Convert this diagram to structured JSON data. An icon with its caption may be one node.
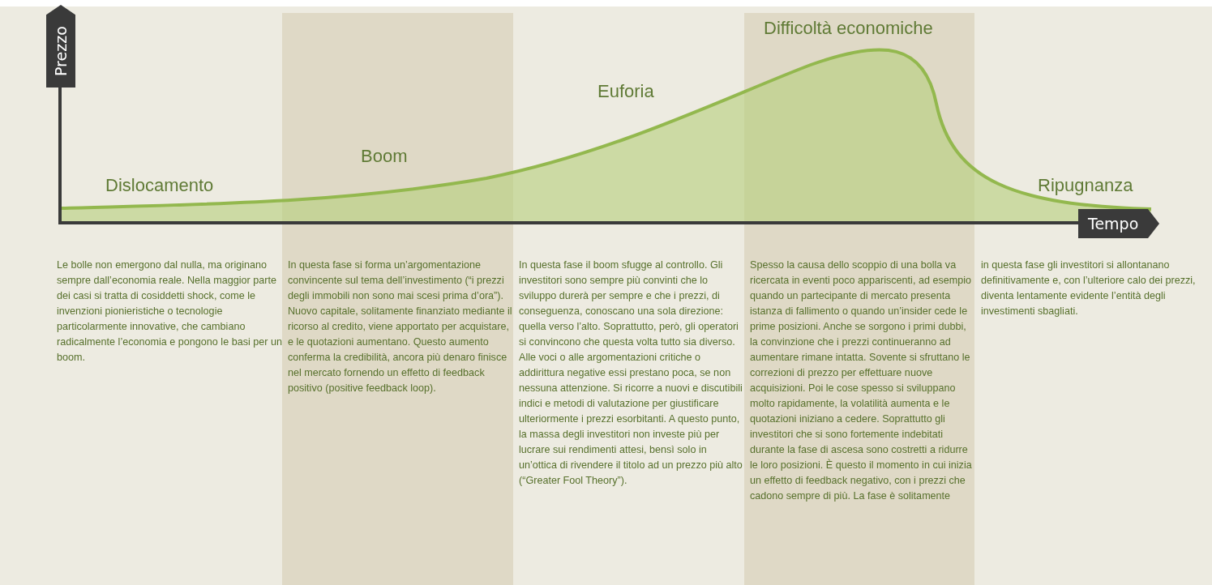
{
  "diagram": {
    "labels": [
      "Prezzo",
      "Difficoltà economiche",
      "Euforia",
      "Boom",
      "Dislocamento",
      "Ripugnanza",
      "Tempo",
      "Le bolle non emergono dal nulla, ma originano sempre dall’economia reale. Nella maggior parte dei casi si tratta di cosiddetti shock, come le invenzioni pionieristiche o tecnologie particolarmente innovative, che cambiano radicalmente l’economia e pongono le basi per un boom.",
      "In questa fase si forma un’argomentazione convincente sul tema dell’investimento (“i prezzi degli immobili non sono mai scesi prima d’ora”). Nuovo capitale, solitamente finanziato mediante il ricorso al credito, viene apportato per acquistare, e le quotazioni aumentano. Questo aumento conferma la credibilità, ancora più denaro finisce nel mercato fornendo un effetto di feedback positivo (positive feedback loop).",
      "In questa fase il boom sfugge al controllo. Gli investitori sono sempre più convinti che lo sviluppo durerà per sempre e che i prezzi, di conseguenza, conoscano una sola direzione: quella verso l’alto. Soprattutto, però, gli operatori si convincono che questa volta tutto sia diverso. Alle voci o alle argomentazioni critiche o addirittura negative essi prestano poca, se non nessuna attenzione. Si ricorre a nuovi e discutibili indici e metodi di valutazione per giustificare ulteriormente i prezzi esorbitanti. A questo punto, la massa degli investitori non investe più per lucrare sui rendimenti attesi, bensì solo in un’ottica di rivendere il titolo ad un prezzo più alto (“Greater Fool Theory”).",
      "Spesso la causa dello scoppio di una bolla va ricercata in eventi poco appariscenti, ad esempio quando un partecipante di mercato presenta istanza di fallimento o quando un’insider cede le prime posizioni. Anche se sorgono i primi dubbi, la convinzione che i prezzi continueranno ad aumentare rimane intatta. Sovente si sfruttano le correzioni di prezzo per effettuare nuove acquisizioni. Poi le cose spesso si sviluppano molto rapidamente, la volatilità aumenta e le quotazioni iniziano a cedere. Soprattutto gli investitori che si sono fortemente indebitati durante la fase di ascesa sono costretti a ridurre le loro posizioni. È questo il momento in cui inizia un effetto di feedback negativo, con i prezzi che cadono sempre di più. La fase è solitamente",
      "in questa fase gli investitori si allontanano definitivamente e, con l’ulteriore calo dei prezzi, diventa lentamente evidente l’entità degli investimenti sbagliati."
    ]
  }
}
